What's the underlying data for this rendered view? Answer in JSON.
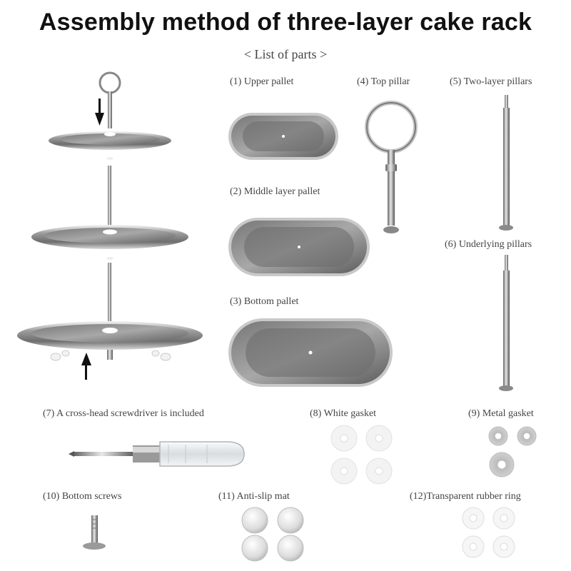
{
  "title": "Assembly method of three-layer cake rack",
  "subtitle": "< List of parts >",
  "parts": [
    {
      "label": "(1) Upper pallet"
    },
    {
      "label": "(2) Middle layer pallet"
    },
    {
      "label": "(3) Bottom pallet"
    },
    {
      "label": "(4) Top pillar"
    },
    {
      "label": "(5) Two-layer pillars"
    },
    {
      "label": "(6) Underlying pillars"
    },
    {
      "label": "(7) A cross-head screwdriver is included"
    },
    {
      "label": "(8) White gasket"
    },
    {
      "label": "(9) Metal gasket"
    },
    {
      "label": "(10) Bottom screws"
    },
    {
      "label": "(11) Anti-slip mat"
    },
    {
      "label": "(12)Transparent rubber ring"
    }
  ],
  "colors": {
    "steel_light": "#e6e6e6",
    "steel_mid": "#9a9a9a",
    "steel_dark": "#555555",
    "text": "#444444",
    "title": "#111111"
  }
}
